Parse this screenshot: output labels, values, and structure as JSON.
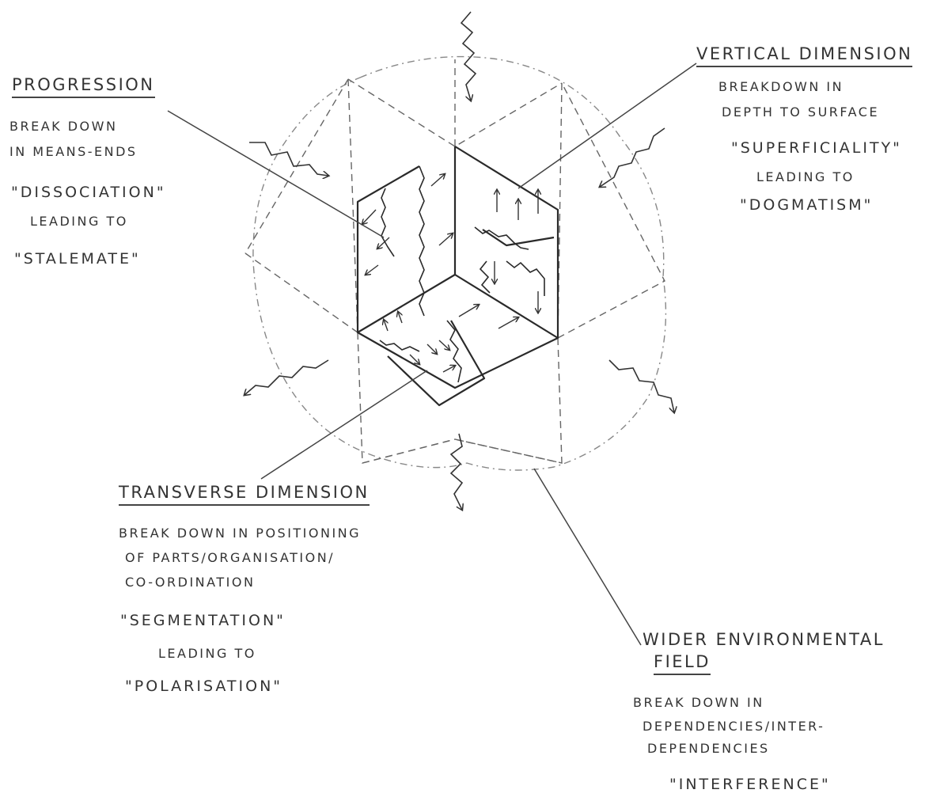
{
  "progression": {
    "heading": "Progression",
    "line1": "Break down",
    "line2": "in means-ends",
    "quote1": "\"Dissociation\"",
    "leading": "leading to",
    "quote2": "\"Stalemate\""
  },
  "vertical": {
    "heading": "Vertical Dimension",
    "line1": "Breakdown in",
    "line2": "depth to surface",
    "quote1": "\"Superficiality\"",
    "leading": "leading to",
    "quote2": "\"Dogmatism\""
  },
  "transverse": {
    "heading": "Transverse Dimension",
    "line1": "Break down in positioning",
    "line2": "of parts/organisation/",
    "line3": "co-ordination",
    "quote1": "\"Segmentation\"",
    "leading": "leading to",
    "quote2": "\"Polarisation\""
  },
  "wider": {
    "heading_line1": "Wider Environmental",
    "heading_line2": "Field",
    "line1": "Break down in",
    "line2": "dependencies/inter-",
    "line3": "dependencies",
    "quote1": "\"Interference\""
  }
}
